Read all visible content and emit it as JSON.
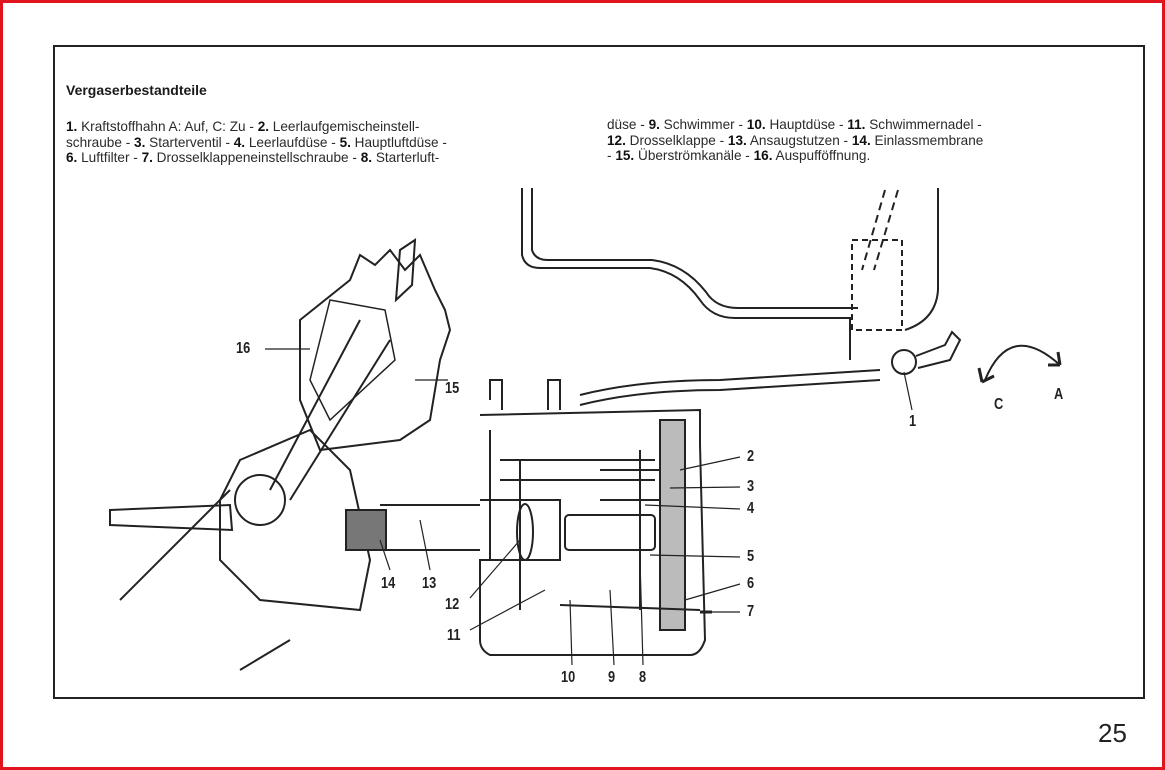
{
  "title": "Vergaserbestandteile",
  "legend_left": [
    [
      {
        "n": "1.",
        "t": " Kraftstoffhahn A: Auf, C: Zu - "
      },
      {
        "n": "2.",
        "t": " Leerlaufgemischeinstell-"
      }
    ],
    [
      {
        "n": "",
        "t": "schraube - "
      },
      {
        "n": "3.",
        "t": " Starterventil - "
      },
      {
        "n": "4.",
        "t": " Leerlaufdüse - "
      },
      {
        "n": "5.",
        "t": " Hauptluftdüse -"
      }
    ],
    [
      {
        "n": "6.",
        "t": " Luftfilter - "
      },
      {
        "n": "7.",
        "t": " Drosselklappeneinstellschraube - "
      },
      {
        "n": "8.",
        "t": " Starterluft-"
      }
    ]
  ],
  "legend_right": [
    [
      {
        "n": "",
        "t": "düse - "
      },
      {
        "n": "9.",
        "t": " Schwimmer - "
      },
      {
        "n": "10.",
        "t": " Hauptdüse - "
      },
      {
        "n": "11.",
        "t": " Schwimmernadel -"
      }
    ],
    [
      {
        "n": "12.",
        "t": " Drosselklappe - "
      },
      {
        "n": "13.",
        "t": " Ansaugstutzen - "
      },
      {
        "n": "14.",
        "t": " Einlassmembrane"
      }
    ],
    [
      {
        "n": "",
        "t": "- "
      },
      {
        "n": "15.",
        "t": " Überströmkanäle - "
      },
      {
        "n": "16.",
        "t": " Auspufföffnung."
      }
    ]
  ],
  "diagram_labels": {
    "l1": "1",
    "l2": "2",
    "l3": "3",
    "l4": "4",
    "l5": "5",
    "l6": "6",
    "l7": "7",
    "l8": "8",
    "l9": "9",
    "l10": "10",
    "l11": "11",
    "l12": "12",
    "l13": "13",
    "l14": "14",
    "l15": "15",
    "l16": "16",
    "c": "C",
    "a": "A"
  },
  "page_number": "25"
}
